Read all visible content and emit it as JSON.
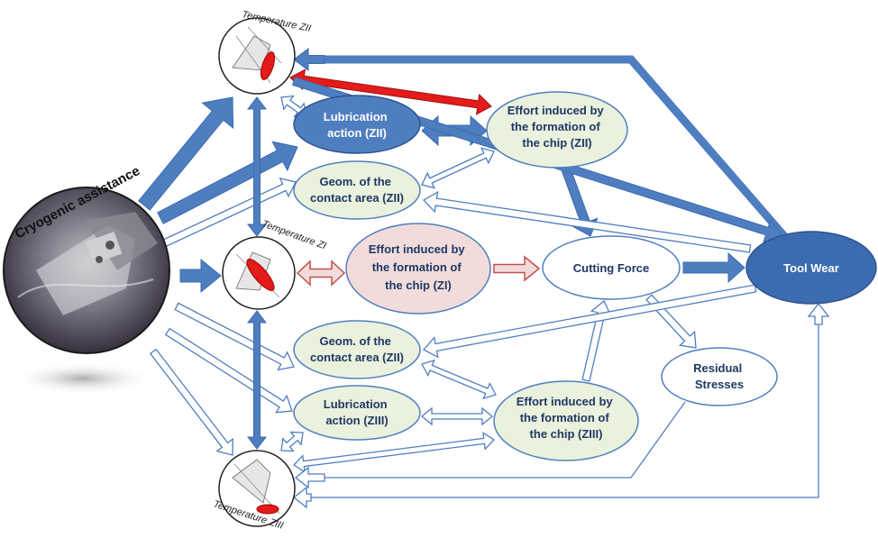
{
  "source": {
    "label": "Cryogenic assistance"
  },
  "temperatures": {
    "zii": "Temperature ZII",
    "zi": "Temperature ZI",
    "ziii": "Temperature ZIII"
  },
  "nodes": {
    "lubrication_zii": [
      "Lubrication",
      "action (ZII)"
    ],
    "effort_zii": [
      "Effort induced by",
      "the formation of",
      "the chip (ZII)"
    ],
    "geom_contact_zii_upper": [
      "Geom. of the",
      "contact area (ZII)"
    ],
    "effort_zi": [
      "Effort induced by",
      "the formation of",
      "the chip (ZI)"
    ],
    "cutting_force": [
      "Cutting Force"
    ],
    "tool_wear": [
      "Tool Wear"
    ],
    "geom_contact_zii_lower": [
      "Geom. of the",
      "contact area (ZII)"
    ],
    "residual_stresses": [
      "Residual",
      "Stresses"
    ],
    "lubrication_ziii": [
      "Lubrication",
      "action (ZIII)"
    ],
    "effort_ziii": [
      "Effort induced by",
      "the formation of",
      "the chip (ZIII)"
    ]
  },
  "colors": {
    "solid_blue": "#4f7ec0",
    "dark_blue": "#3b6cb0",
    "outline_blue": "#4f7ec0",
    "pale_green": "#eaf1dd",
    "pale_pink": "#f2dcdb",
    "red": "#e31b1b",
    "white": "#ffffff"
  }
}
